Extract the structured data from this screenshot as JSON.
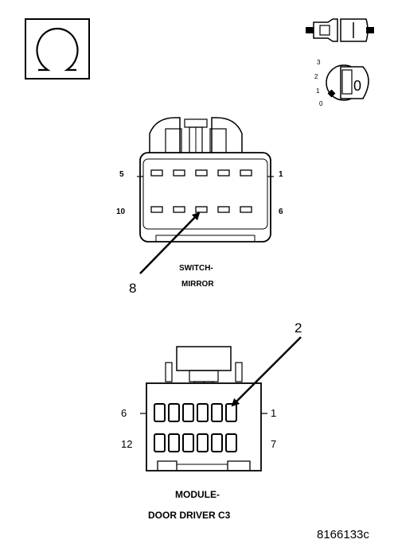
{
  "icons": {
    "ohmmeter": "ohm-symbol-icon",
    "disconnect": "connector-disconnect-icon",
    "ignition": "ignition-key-off-icon"
  },
  "ignition_key": {
    "positions": [
      "3",
      "2",
      "1",
      "0"
    ],
    "current": "0"
  },
  "switch_connector": {
    "pins": {
      "top_left": "5",
      "top_right": "1",
      "bottom_left": "10",
      "bottom_right": "6"
    },
    "callout": "8",
    "caption_line1": "SWITCH-",
    "caption_line2": "MIRROR"
  },
  "module_connector": {
    "pins": {
      "top_left": "6",
      "top_right": "1",
      "bottom_left": "12",
      "bottom_right": "7"
    },
    "callout": "2",
    "caption_line1": "MODULE-",
    "caption_line2": "DOOR DRIVER C3"
  },
  "figure_id": "8166133c"
}
